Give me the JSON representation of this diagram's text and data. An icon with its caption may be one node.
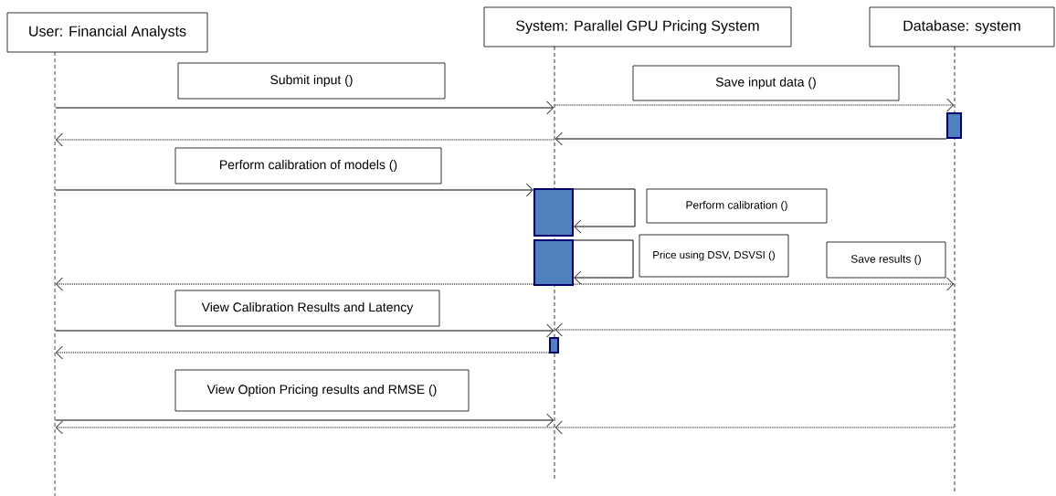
{
  "diagram": {
    "nodes": [
      {
        "text": [
          "User: Financial Analysts"
        ]
      },
      {
        "text": [
          "System: Parallel GPU Pricing System"
        ]
      },
      {
        "text": [
          "Database: system"
        ]
      },
      {
        "text": [],
        "shape": "line"
      },
      {
        "text": [],
        "shape": "line"
      },
      {
        "text": [],
        "shape": "line"
      },
      {
        "text": [],
        "shape": "bar"
      },
      {
        "text": [],
        "shape": "bar"
      },
      {
        "text": [],
        "shape": "bar"
      },
      {
        "text": [],
        "shape": "bar"
      },
      {
        "text": [
          "Submit input ()"
        ]
      },
      {
        "text": [
          "Save input data ()"
        ]
      },
      {
        "text": [
          "Perform calibration of models ()"
        ]
      },
      {
        "text": [
          "Perform calibration ()"
        ]
      },
      {
        "text": [
          "Price using DSV, DSVSI ()"
        ]
      },
      {
        "text": [
          "Save results ()"
        ]
      },
      {
        "text": [
          "View Calibration Results and Latency"
        ]
      },
      {
        "text": [
          "View Option Pricing results and RMSE ()"
        ]
      }
    ],
    "edges": [
      {
        "from": 3,
        "to": 4,
        "arrow": "to"
      },
      {
        "from": 4,
        "to": 5,
        "arrow": "to",
        "style": "dashed"
      },
      {
        "from": 6,
        "to": 4,
        "arrow": "to"
      },
      {
        "from": 4,
        "to": 3,
        "arrow": "to",
        "style": "dashed"
      },
      {
        "from": 3,
        "to": 7,
        "arrow": "to"
      },
      {
        "from": 7,
        "to": 7,
        "arrow": "to"
      },
      {
        "from": 8,
        "to": 8,
        "arrow": "to"
      },
      {
        "from": 8,
        "to": 3,
        "arrow": "to",
        "style": "dashed"
      },
      {
        "from": 8,
        "to": 5,
        "arrow": "to",
        "style": "dashed"
      },
      {
        "from": 3,
        "to": 4,
        "arrow": "to"
      },
      {
        "from": 5,
        "to": 4,
        "arrow": "to",
        "style": "dashed"
      },
      {
        "from": 9,
        "to": 3,
        "arrow": "to",
        "style": "dashed"
      },
      {
        "from": 3,
        "to": 4,
        "arrow": "to"
      },
      {
        "from": 4,
        "to": 3,
        "arrow": "to",
        "style": "dashed"
      },
      {
        "from": 5,
        "to": 4,
        "arrow": "to",
        "style": "dashed"
      }
    ]
  }
}
